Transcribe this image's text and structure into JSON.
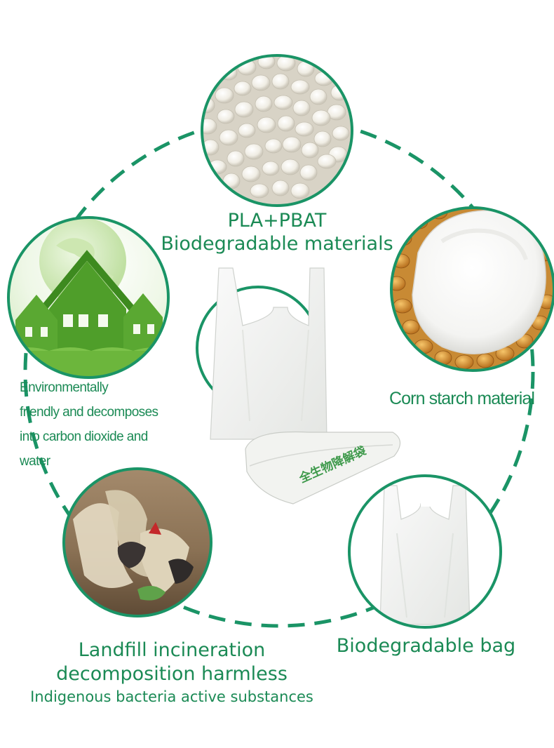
{
  "colors": {
    "accent": "#1b8a55",
    "ring": "#1a9466"
  },
  "nodes": {
    "pla": {
      "line1": "PLA+PBAT",
      "line2": "Biodegradable materials"
    },
    "corn": {
      "label": "Corn starch material"
    },
    "environment": {
      "line1": "Environmentally",
      "line2": "friendly and decomposes",
      "line3": "into carbon dioxide and",
      "line4": "water"
    },
    "landfill": {
      "line1": "Landfill incineration",
      "line2": "decomposition harmless",
      "line3": "Indigenous bacteria active substances"
    },
    "bag": {
      "label": "Biodegradable bag"
    },
    "center_bag": {
      "print": "全生物降解袋"
    }
  }
}
